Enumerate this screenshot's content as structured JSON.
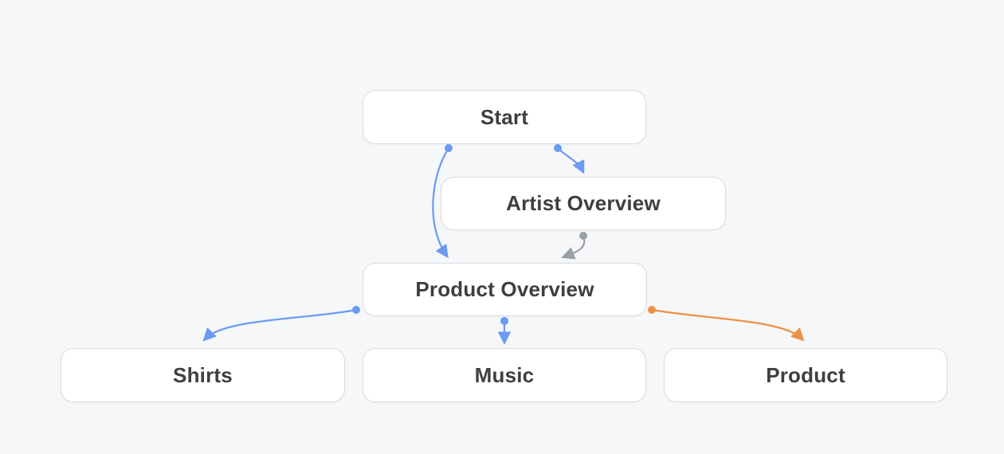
{
  "diagram": {
    "background": "#f6f7f9",
    "node_fill": "#ffffff",
    "node_border": "#d9dbdf",
    "text_color": "#3c4043",
    "edge_colors": {
      "blue": "#6b9af2",
      "gray": "#9aa0a6",
      "orange": "#ee9044"
    },
    "nodes": [
      {
        "id": "start",
        "label": "Start"
      },
      {
        "id": "artist-overview",
        "label": "Artist Overview"
      },
      {
        "id": "product-overview",
        "label": "Product Overview"
      },
      {
        "id": "shirts",
        "label": "Shirts"
      },
      {
        "id": "music",
        "label": "Music"
      },
      {
        "id": "product",
        "label": "Product"
      }
    ],
    "edges": [
      {
        "from": "Start",
        "to": "Artist Overview",
        "color": "blue"
      },
      {
        "from": "Start",
        "to": "Product Overview",
        "color": "blue"
      },
      {
        "from": "Artist Overview",
        "to": "Product Overview",
        "color": "gray"
      },
      {
        "from": "Product Overview",
        "to": "Shirts",
        "color": "blue"
      },
      {
        "from": "Product Overview",
        "to": "Music",
        "color": "blue"
      },
      {
        "from": "Product Overview",
        "to": "Product",
        "color": "orange"
      }
    ]
  }
}
